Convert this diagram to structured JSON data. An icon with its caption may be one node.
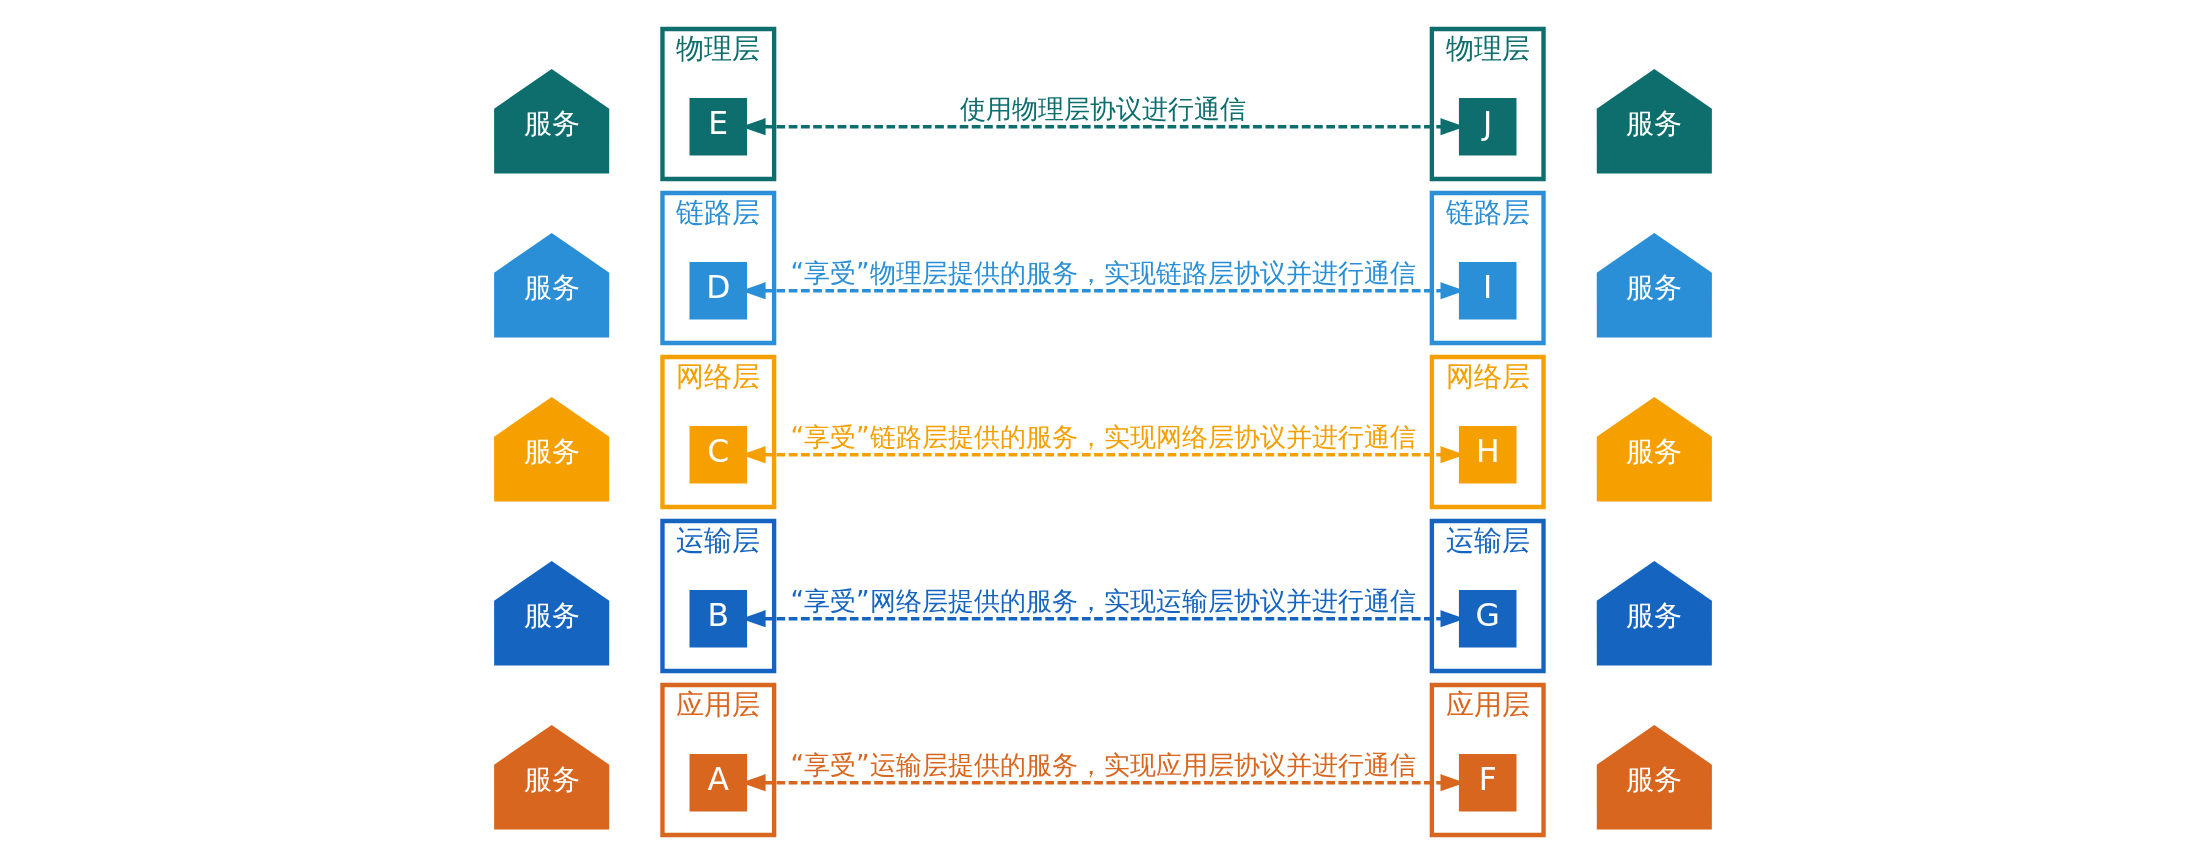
{
  "diagram": {
    "nodes": [
      {
        "text": [
          "服务"
        ]
      },
      {
        "text": [
          "应用层"
        ]
      },
      {
        "text": [
          "A"
        ],
        "in": 1
      },
      {
        "text": [
          "应用层"
        ]
      },
      {
        "text": [
          "F"
        ],
        "in": 3
      },
      {
        "text": [
          "服务"
        ]
      },
      {
        "text": [
          "服务"
        ]
      },
      {
        "text": [
          "运输层"
        ]
      },
      {
        "text": [
          "B"
        ],
        "in": 7
      },
      {
        "text": [
          "运输层"
        ]
      },
      {
        "text": [
          "G"
        ],
        "in": 9
      },
      {
        "text": [
          "服务"
        ]
      },
      {
        "text": [
          "服务"
        ]
      },
      {
        "text": [
          "网络层"
        ]
      },
      {
        "text": [
          "C"
        ],
        "in": 13
      },
      {
        "text": [
          "网络层"
        ]
      },
      {
        "text": [
          "H"
        ],
        "in": 15
      },
      {
        "text": [
          "服务"
        ]
      },
      {
        "text": [
          "服务"
        ]
      },
      {
        "text": [
          "链路层"
        ]
      },
      {
        "text": [
          "D"
        ],
        "in": 19
      },
      {
        "text": [
          "链路层"
        ]
      },
      {
        "text": [
          "I"
        ],
        "in": 21
      },
      {
        "text": [
          "服务"
        ]
      },
      {
        "text": [
          "服务"
        ]
      },
      {
        "text": [
          "物理层"
        ]
      },
      {
        "text": [
          "E"
        ],
        "in": 25
      },
      {
        "text": [
          "物理层"
        ]
      },
      {
        "text": [
          "J"
        ],
        "in": 27
      },
      {
        "text": [
          "服务"
        ]
      }
    ],
    "edges": [
      {
        "from": 2,
        "to": 4,
        "arrow": "both",
        "style": "dashed",
        "color": "#d9661f",
        "label": "“享受”运输层提供的服务，实现应用层协议并进行通信"
      },
      {
        "from": 8,
        "to": 10,
        "arrow": "both",
        "style": "dashed",
        "color": "#1565c0",
        "label": "“享受”网络层提供的服务，实现运输层协议并进行通信"
      },
      {
        "from": 14,
        "to": 16,
        "arrow": "both",
        "style": "dashed",
        "color": "#f5a000",
        "label": "“享受”链路层提供的服务，实现网络层协议并进行通信"
      },
      {
        "from": 20,
        "to": 22,
        "arrow": "both",
        "style": "dashed",
        "color": "#2a8fd6",
        "label": "“享受”物理层提供的服务，实现链路层协议并进行通信"
      },
      {
        "from": 26,
        "to": 28,
        "arrow": "both",
        "style": "dashed",
        "color": "#0e6e6e",
        "label": "使用物理层协议进行通信"
      }
    ]
  }
}
